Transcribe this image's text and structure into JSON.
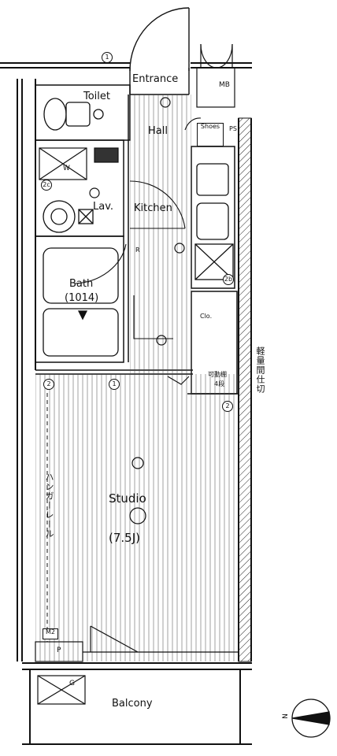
{
  "rooms": {
    "entrance": "Entrance",
    "toilet": "Toilet",
    "hall": "Hall",
    "kitchen": "Kitchen",
    "lavatory": "Lav.",
    "bath": "Bath",
    "bath_size": "(1014)",
    "studio": "Studio",
    "studio_size": "(7.5J)",
    "balcony": "Balcony",
    "closet": "Clo.",
    "shoes": "Shoes",
    "mb": "MB",
    "ps": "PS",
    "pp": "P",
    "w": "W",
    "m2": "M2",
    "r_label": "R"
  },
  "side_labels": {
    "hanger_rail": "ハンガーレール",
    "partition": "軽量間仕切",
    "movable_shelf": "可動棚",
    "shelf_count": "4段"
  },
  "markers": {
    "one": "1",
    "two": "2",
    "two_b": "2b",
    "two_c": "2c",
    "g": "G"
  },
  "compass": {
    "label": "N"
  }
}
